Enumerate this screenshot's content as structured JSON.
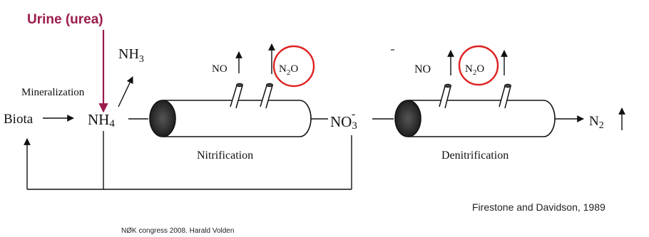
{
  "callout": {
    "text": "Urine (urea)",
    "color": "#9b1b4d"
  },
  "nh3": {
    "base": "NH",
    "sub": "3"
  },
  "mineralization": "Mineralization",
  "biota": "Biota",
  "nh4": {
    "base": "NH",
    "sub": "4"
  },
  "no3": {
    "base": "NO",
    "sub": "3",
    "sup": "-"
  },
  "nitrification": {
    "label": "Nitrification",
    "no_label": "NO",
    "n2o": {
      "n": "N",
      "sub": "2",
      "o": "O"
    }
  },
  "denitrification": {
    "label": "Denitrification",
    "no_label": "NO",
    "n2o": {
      "n": "N",
      "sub": "2",
      "o": "O"
    }
  },
  "n2": {
    "base": "N",
    "sub": "2"
  },
  "highlight_color": "#e02020",
  "citation": "Firestone and Davidson, 1989",
  "footer": "NØK congress 2008. Harald Volden"
}
